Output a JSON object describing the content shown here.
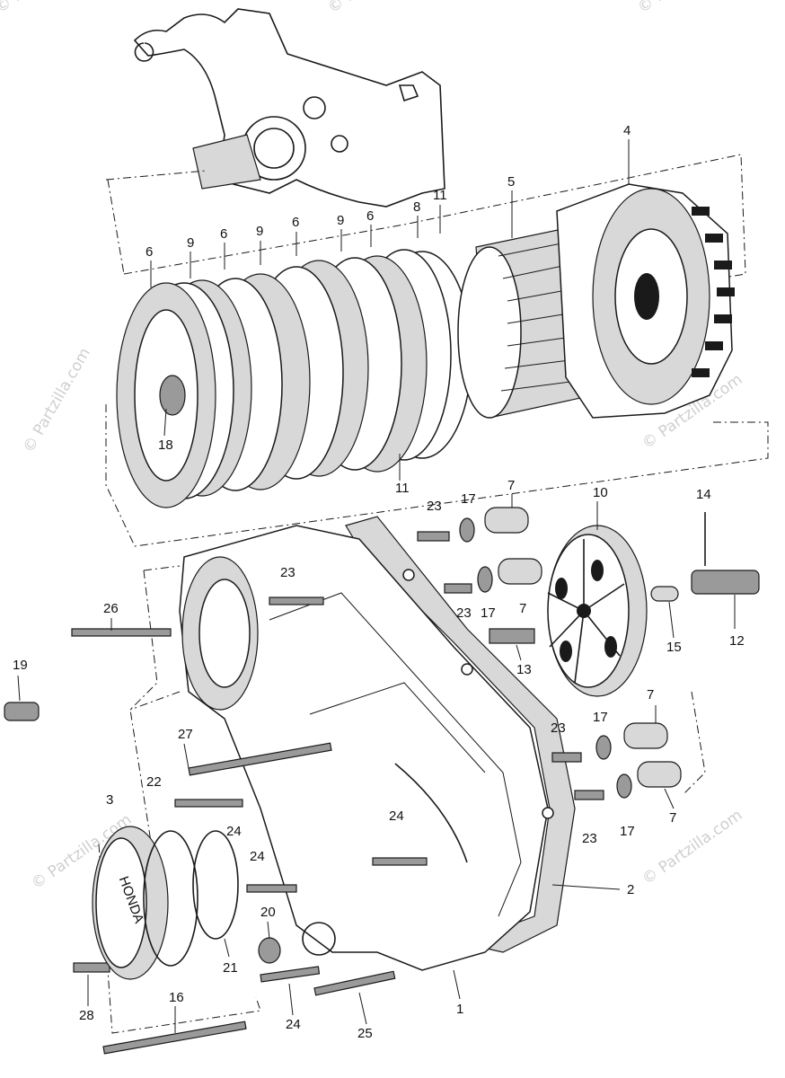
{
  "watermark": "© Partzilla.com",
  "callouts": [
    "1",
    "2",
    "3",
    "4",
    "5",
    "6",
    "6",
    "6",
    "6",
    "7",
    "7",
    "7",
    "7",
    "8",
    "9",
    "9",
    "9",
    "10",
    "11",
    "11",
    "12",
    "13",
    "14",
    "15",
    "16",
    "17",
    "17",
    "17",
    "17",
    "18",
    "19",
    "20",
    "21",
    "22",
    "23",
    "23",
    "23",
    "23",
    "23",
    "24",
    "24",
    "24",
    "24",
    "25",
    "26",
    "27",
    "28"
  ]
}
